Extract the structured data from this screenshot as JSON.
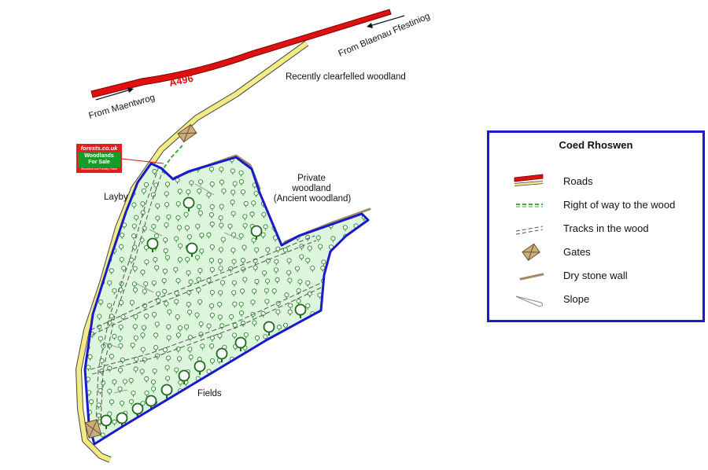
{
  "map": {
    "road_label": "A496",
    "from_west": "From Maentwrog",
    "from_east": "From Blaenau Ffestiniog",
    "clearfelled": "Recently clearfelled woodland",
    "private_1": "Private",
    "private_2": "woodland",
    "private_3": "(Ancient woodland)",
    "layby": "Layby",
    "fields": "Fields"
  },
  "sign": {
    "logo": "forests.co.uk",
    "line1": "Woodlands",
    "line2": "For Sale",
    "tagline": "Woodland and Forestry Sales"
  },
  "legend": {
    "title": "Coed Rhoswen",
    "items": [
      {
        "label": "Roads",
        "icon": "road-icon"
      },
      {
        "label": "Right of way to the wood",
        "icon": "right-of-way-icon"
      },
      {
        "label": "Tracks in the wood",
        "icon": "track-icon"
      },
      {
        "label": "Gates",
        "icon": "gate-icon"
      },
      {
        "label": "Dry stone wall",
        "icon": "wall-icon"
      },
      {
        "label": "Slope",
        "icon": "slope-icon"
      }
    ]
  },
  "colors": {
    "road_fill": "#e01010",
    "lane_fill": "#f3ec86",
    "boundary": "#1a1acc",
    "wood_fill": "#dcf5dc",
    "tree": "#2a8a2a",
    "big_tree": "#1a6a1a",
    "wall": "#a48a68",
    "gate": "#c9ad7a"
  }
}
